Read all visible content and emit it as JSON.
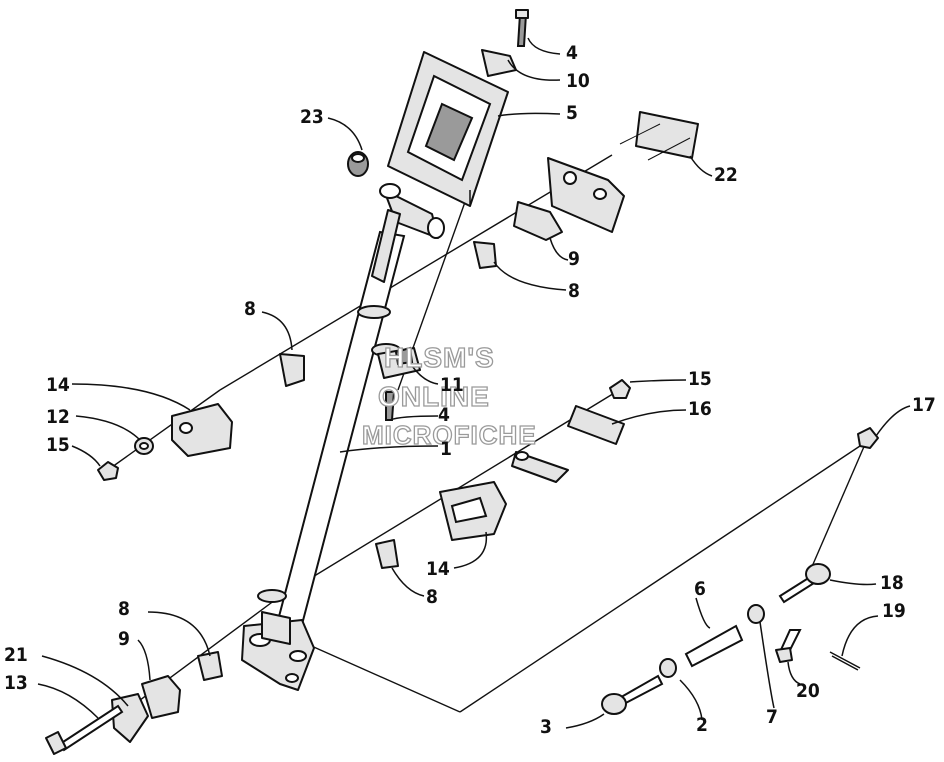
{
  "diagram": {
    "watermark": {
      "line1": "HLSM'S",
      "line2": "ONLINE",
      "line3": "MICROFICHE"
    },
    "callouts": [
      {
        "id": "c4a",
        "text": "4"
      },
      {
        "id": "c10",
        "text": "10"
      },
      {
        "id": "c5",
        "text": "5"
      },
      {
        "id": "c23",
        "text": "23"
      },
      {
        "id": "c22",
        "text": "22"
      },
      {
        "id": "c9a",
        "text": "9"
      },
      {
        "id": "c8a",
        "text": "8"
      },
      {
        "id": "c8b",
        "text": "8"
      },
      {
        "id": "c11",
        "text": "11"
      },
      {
        "id": "c4b",
        "text": "4"
      },
      {
        "id": "c14a",
        "text": "14"
      },
      {
        "id": "c12",
        "text": "12"
      },
      {
        "id": "c15a",
        "text": "15"
      },
      {
        "id": "c1",
        "text": "1"
      },
      {
        "id": "c15b",
        "text": "15"
      },
      {
        "id": "c16",
        "text": "16"
      },
      {
        "id": "c17",
        "text": "17"
      },
      {
        "id": "c14b",
        "text": "14"
      },
      {
        "id": "c8c",
        "text": "8"
      },
      {
        "id": "c6",
        "text": "6"
      },
      {
        "id": "c18",
        "text": "18"
      },
      {
        "id": "c19",
        "text": "19"
      },
      {
        "id": "c8d",
        "text": "8"
      },
      {
        "id": "c9b",
        "text": "9"
      },
      {
        "id": "c21",
        "text": "21"
      },
      {
        "id": "c13",
        "text": "13"
      },
      {
        "id": "c20",
        "text": "20"
      },
      {
        "id": "c3",
        "text": "3"
      },
      {
        "id": "c2",
        "text": "2"
      },
      {
        "id": "c7",
        "text": "7"
      }
    ]
  }
}
